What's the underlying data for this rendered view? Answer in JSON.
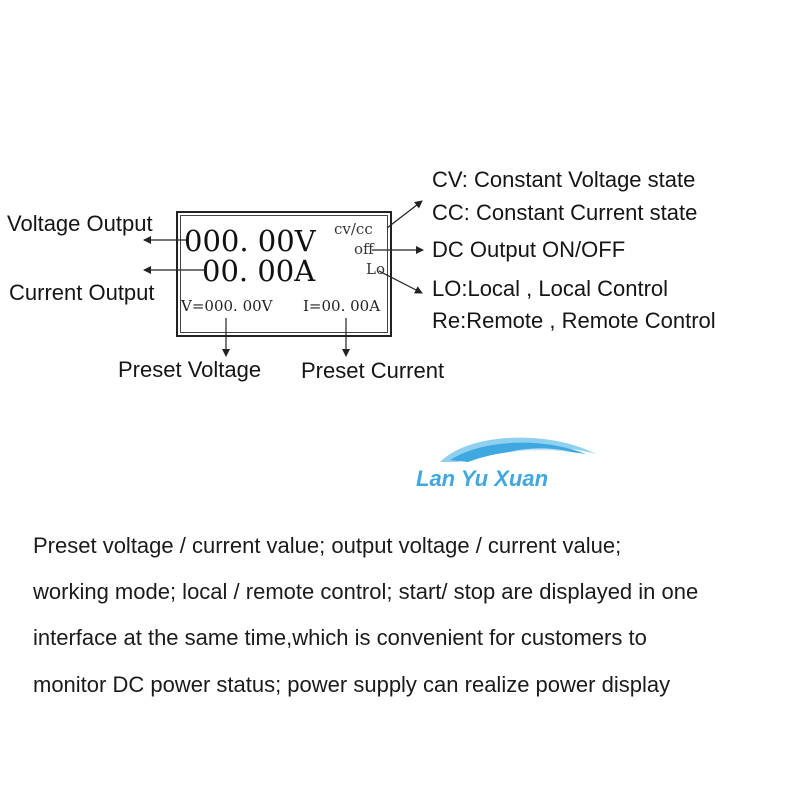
{
  "display": {
    "voltage_output": "000. 00V",
    "current_output": "00. 00A",
    "preset_voltage": "V=000. 00V",
    "preset_current": "I=00. 00A",
    "mode": "cv/cc",
    "output_state": "off",
    "control": "Lo"
  },
  "labels": {
    "voltage_output": "Voltage Output",
    "current_output": "Current Output",
    "preset_voltage": "Preset Voltage",
    "preset_current": "Preset Current",
    "cv": "CV: Constant Voltage state",
    "cc": "CC: Constant Current state",
    "dc_output": "DC Output ON/OFF",
    "lo": "LO:Local , Local Control",
    "re": "Re:Remote , Remote Control"
  },
  "logo": {
    "text": "Lan Yu Xuan",
    "color": "#3fa8e0"
  },
  "description": [
    "Preset voltage / current value; output voltage / current value;",
    "working mode; local / remote control; start/ stop are displayed in one",
    "interface at the same time,which is convenient for customers to",
    "monitor DC power status; power supply can realize power display"
  ]
}
